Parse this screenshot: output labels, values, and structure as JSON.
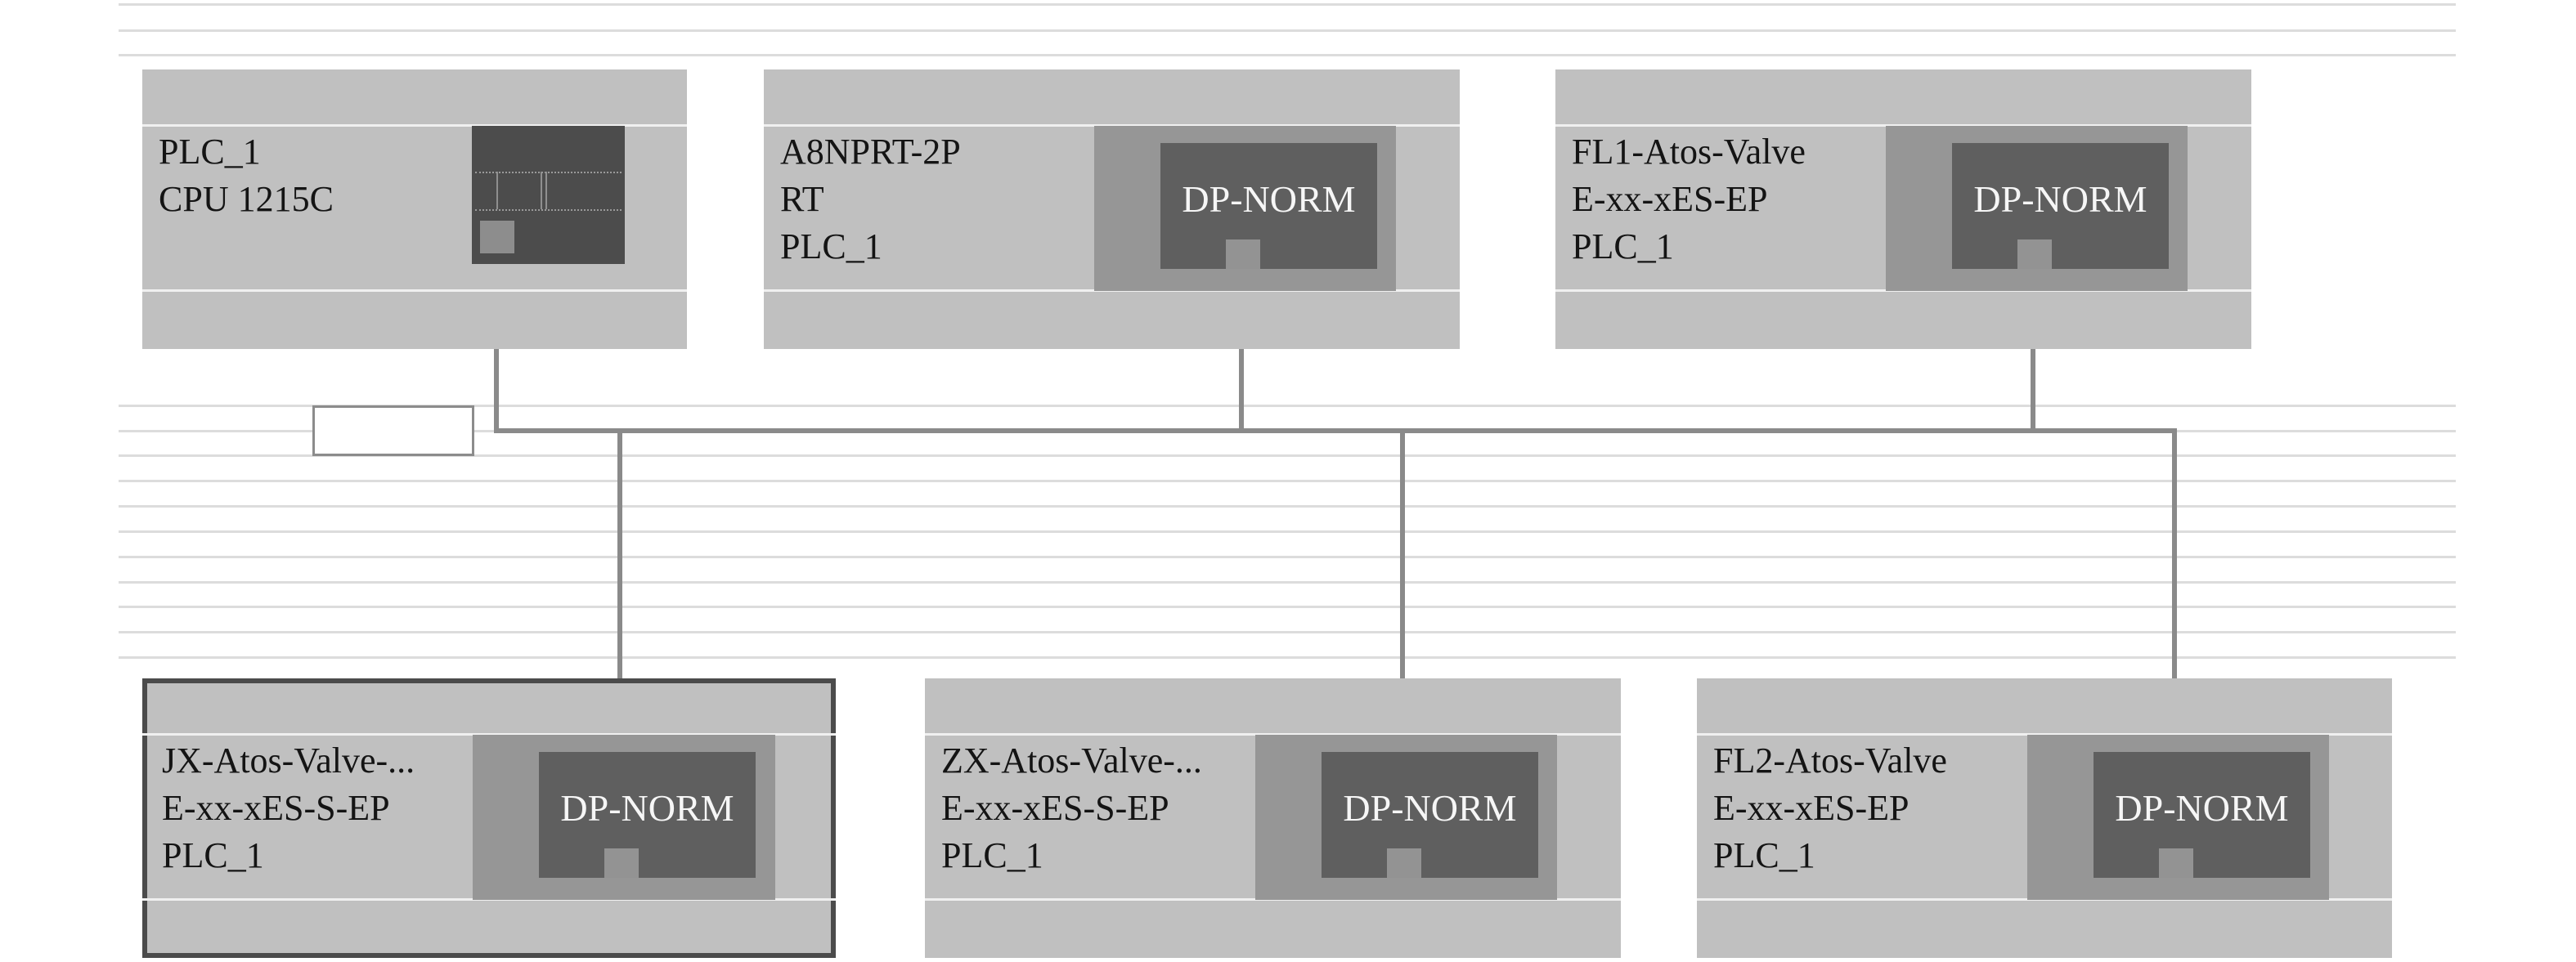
{
  "devices": {
    "plc": {
      "name": "PLC_1",
      "type": "CPU 1215C"
    },
    "a8": {
      "name": "A8NPRT-2P",
      "type": "RT",
      "controller": "PLC_1",
      "module": "DP-NORM"
    },
    "fl1": {
      "name": "FL1-Atos-Valve",
      "type": "E-xx-xES-EP",
      "controller": "PLC_1",
      "module": "DP-NORM"
    },
    "jx": {
      "name": "JX-Atos-Valve-...",
      "type": "E-xx-xES-S-EP",
      "controller": "PLC_1",
      "module": "DP-NORM"
    },
    "zx": {
      "name": "ZX-Atos-Valve-...",
      "type": "E-xx-xES-S-EP",
      "controller": "PLC_1",
      "module": "DP-NORM"
    },
    "fl2": {
      "name": "FL2-Atos-Valve",
      "type": "E-xx-xES-EP",
      "controller": "PLC_1",
      "module": "DP-NORM"
    }
  },
  "subnet_label": "",
  "colors": {
    "device_bg": "#c0c0c0",
    "module_outer": "#969696",
    "module_inner": "#5f5f5f",
    "wire": "#8a8a8a",
    "selection_border": "#4b4b4b"
  }
}
